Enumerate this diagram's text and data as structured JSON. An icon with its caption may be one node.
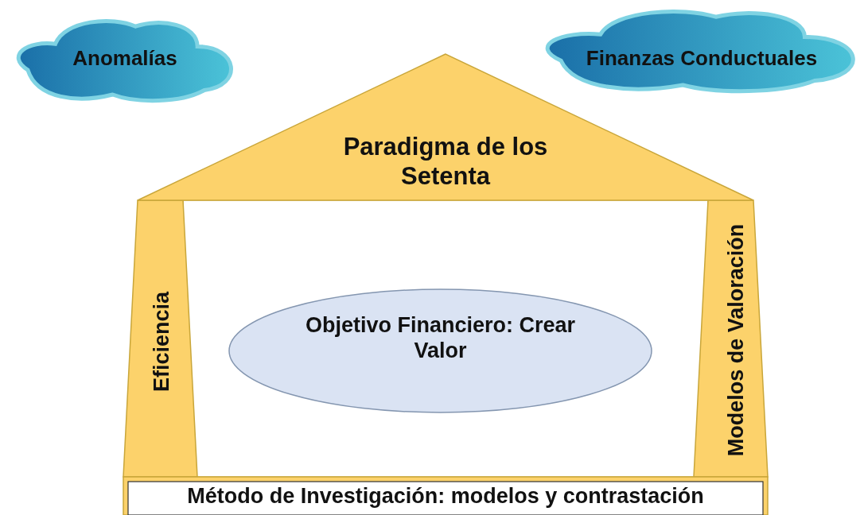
{
  "diagram": {
    "nodes": [
      {
        "text": [
          "Anomalías"
        ]
      },
      {
        "text": [
          "Finanzas Conductuales"
        ]
      },
      {
        "text": [
          "Paradigma de los Setenta"
        ]
      },
      {
        "text": [
          "Eficiencia"
        ]
      },
      {
        "text": [
          "Modelos de Valoración"
        ]
      },
      {
        "text": [
          "Objetivo Financiero: Crear Valor"
        ]
      },
      {
        "text": [
          "Método de Investigación: modelos y contrastación"
        ]
      }
    ]
  }
}
